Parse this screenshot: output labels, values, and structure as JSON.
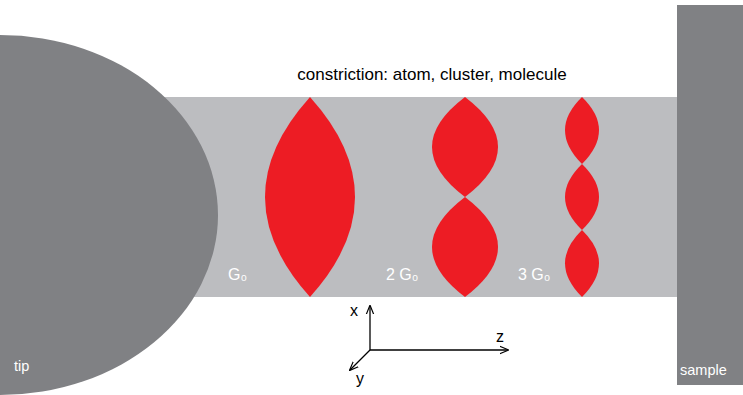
{
  "diagram": {
    "nodes": [
      {
        "text": [
          "tip"
        ]
      },
      {
        "text": [
          "sample"
        ]
      }
    ],
    "labels": [
      "constriction: atom, cluster, molecule",
      "G₀",
      "2 G₀",
      "3 G₀",
      "x",
      "z",
      "y"
    ]
  }
}
